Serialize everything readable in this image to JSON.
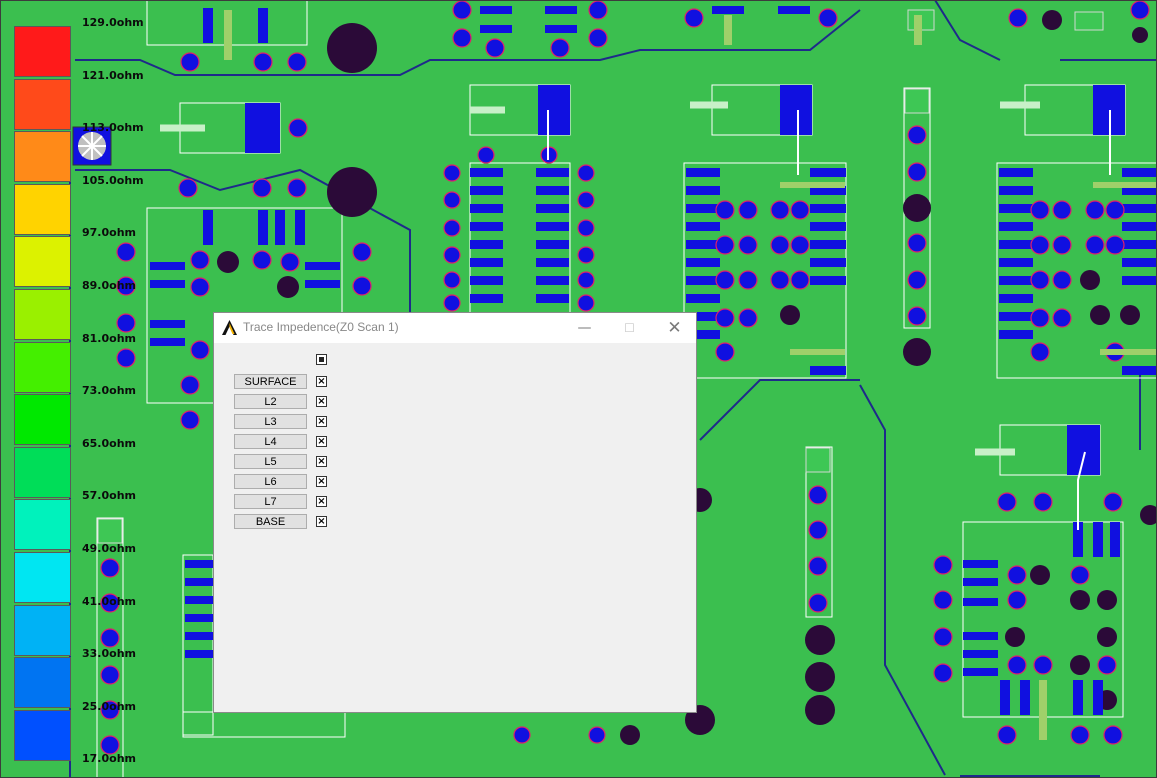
{
  "legend": {
    "colors": [
      "#ff1a1a",
      "#ff4a1a",
      "#ff8a18",
      "#ffd300",
      "#dcf200",
      "#9af000",
      "#44ef00",
      "#00e800",
      "#00dd58",
      "#00f2bc",
      "#00e6f2",
      "#00b2f5",
      "#0074f2",
      "#0050ff"
    ],
    "labels": [
      "129.0ohm",
      "121.0ohm",
      "113.0ohm",
      "105.0ohm",
      "97.0ohm",
      "89.0ohm",
      "81.0ohm",
      "73.0ohm",
      "65.0ohm",
      "57.0ohm",
      "49.0ohm",
      "41.0ohm",
      "33.0ohm",
      "25.0ohm",
      "17.0ohm"
    ]
  },
  "dialog": {
    "title": "Trace Impedence(Z0 Scan 1)",
    "minimize": "—",
    "maximize": "☐",
    "close": "✕",
    "layers": [
      {
        "label": "SURFACE",
        "checked": true
      },
      {
        "label": "L2",
        "checked": true
      },
      {
        "label": "L3",
        "checked": true
      },
      {
        "label": "L4",
        "checked": true
      },
      {
        "label": "L5",
        "checked": true
      },
      {
        "label": "L6",
        "checked": true
      },
      {
        "label": "L7",
        "checked": true
      },
      {
        "label": "BASE",
        "checked": true
      }
    ],
    "check_mark": "×"
  },
  "colors": {
    "board": "#3bbf4f",
    "pad": "#1010e0",
    "hole": "#2b0a38",
    "trace": "#2a2a7a",
    "outline": "#ffffff"
  }
}
